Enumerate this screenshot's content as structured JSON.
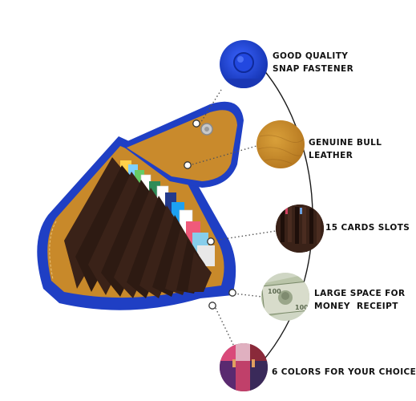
{
  "features": [
    {
      "label": "GOOD QUALITY\nSNAP FASTENER",
      "icon": "snap-fastener-icon"
    },
    {
      "label": "GENUINE BULL\nLEATHER",
      "icon": "leather-swatch-icon"
    },
    {
      "label": "15 CARDS SLOTS",
      "icon": "card-slots-icon"
    },
    {
      "label": "LARGE SPACE FOR\nMONEY  RECEIPT",
      "icon": "money-receipt-icon"
    },
    {
      "label": "6 COLORS FOR YOUR CHOICE",
      "icon": "color-options-icon"
    }
  ],
  "colors": {
    "wallet_blue": "#1f3fc4",
    "leather_tan": "#c8892a",
    "slot_brown": "#3a2218",
    "connector_dots": "#555555"
  }
}
